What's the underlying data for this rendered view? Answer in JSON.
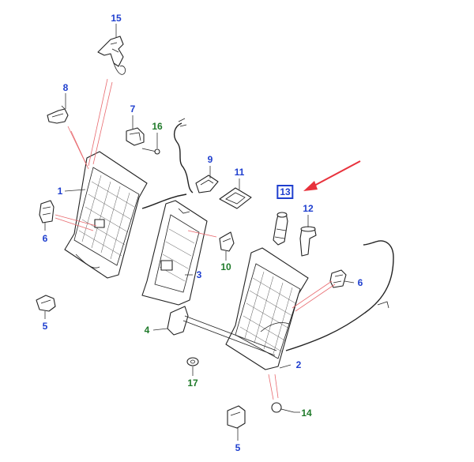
{
  "colors": {
    "callout_blue": "#1f3fcf",
    "callout_green": "#1f7a2a",
    "highlight_arrow": "#e8323c",
    "leader_red": "#e8696e"
  },
  "callouts": {
    "c15": "15",
    "c8": "8",
    "c7": "7",
    "c16": "16",
    "c9": "9",
    "c11": "11",
    "c13": "13",
    "c12": "12",
    "c1": "1",
    "c6_left": "6",
    "c3": "3",
    "c10": "10",
    "c6_right": "6",
    "c5_left": "5",
    "c4": "4",
    "c2": "2",
    "c17": "17",
    "c14": "14",
    "c5_bottom": "5"
  }
}
